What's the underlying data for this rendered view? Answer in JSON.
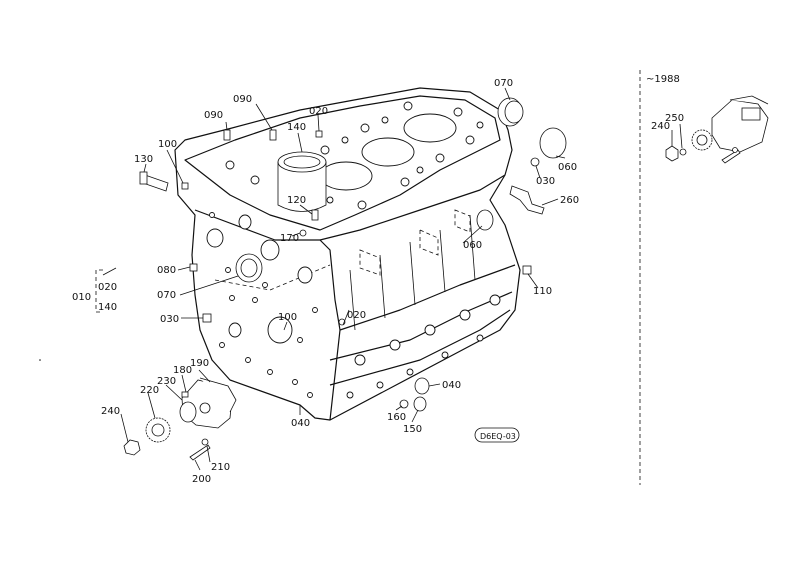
{
  "callouts": {
    "c070_top": "070",
    "c090_a": "090",
    "c090_b": "090",
    "c140_top": "140",
    "c020_top": "020",
    "c100_top": "100",
    "c130": "130",
    "c060_top": "060",
    "c030_right": "030",
    "c260": "260",
    "c120": "120",
    "c170": "170",
    "c060_mid": "060",
    "c080": "080",
    "c110": "110",
    "c070_left": "070",
    "c020_mid": "020",
    "c030_left": "030",
    "c100_mid": "100",
    "c040_right": "040",
    "c160": "160",
    "c150": "150",
    "c040_bottom": "040",
    "c190": "190",
    "c180": "180",
    "c230": "230",
    "c220": "220",
    "c240": "240",
    "c210": "210",
    "c200": "200",
    "set_010": "010",
    "set_020": "020",
    "set_140": "140"
  },
  "inset": {
    "heading": "~1988",
    "c240": "240",
    "c250": "250"
  },
  "drawing_ref": "D6EQ-03"
}
